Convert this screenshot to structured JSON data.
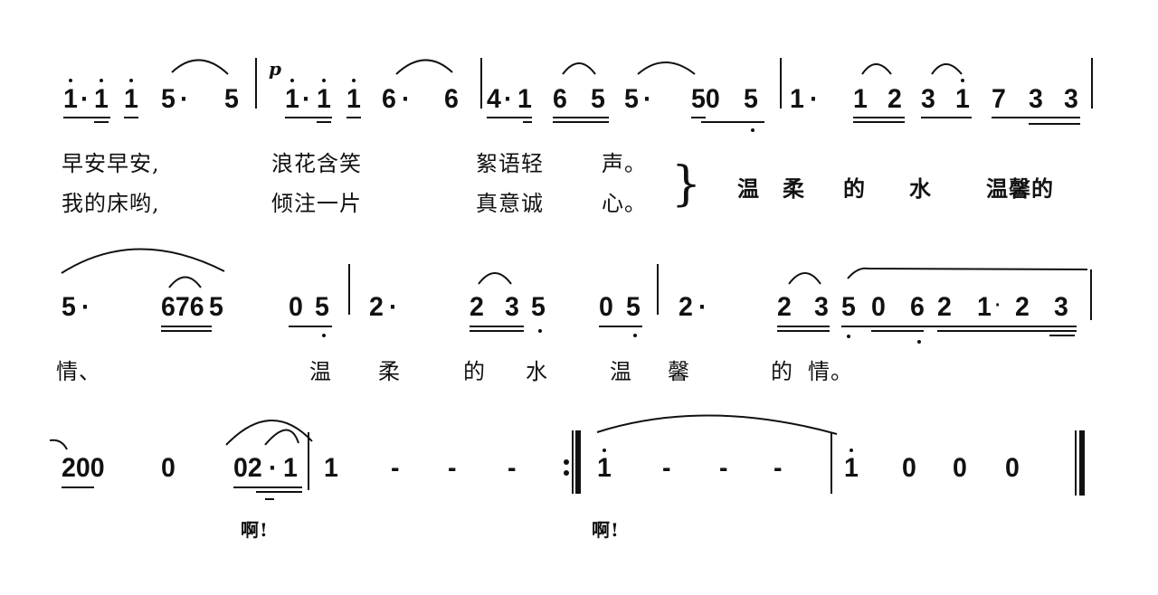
{
  "score": {
    "notation": "jianpu",
    "dynamic": "p",
    "lines": [
      {
        "measures": [
          {
            "notes": "1̇·1̇ 1̇ 5· 5",
            "tokens": [
              "1̇",
              "·",
              "1̇",
              "1̇",
              "5",
              "·",
              "5"
            ]
          },
          {
            "notes": "1̇·1̇ 1̇ 6· 6",
            "tokens": [
              "1̇",
              "·",
              "1̇",
              "1̇",
              "6",
              "·",
              "6"
            ]
          },
          {
            "notes": "4·1 6 5 5· 50 5̣",
            "tokens": [
              "4",
              "·",
              "1",
              "6",
              "5",
              "5",
              "·",
              "50",
              "5"
            ]
          },
          {
            "notes": "1· 1 2 3 1̇ 7 3 3",
            "tokens": [
              "1",
              "·",
              "1",
              "2",
              "3",
              "1̇",
              "7",
              "3",
              "3"
            ]
          }
        ],
        "lyrics": {
          "verse1": [
            "早安早安，",
            "浪花含笑",
            "絮语轻",
            "声。"
          ],
          "verse2": [
            "我的床哟，",
            "倾注一片",
            "真意诚",
            "心。"
          ],
          "brace": "}",
          "shared": [
            "温柔",
            "的",
            "水",
            "温馨的"
          ]
        }
      },
      {
        "measures": [
          {
            "notes": "5· 6765 0 5̣",
            "tokens": [
              "5",
              "·",
              "676",
              "5",
              "0",
              "5"
            ]
          },
          {
            "notes": "2· 2 35̣ 0 5̣",
            "tokens": [
              "2",
              "·",
              "2",
              "3",
              "5",
              "0",
              "5"
            ]
          },
          {
            "notes": "2· 2 35̣0 6̣2 1·2 3",
            "tokens": [
              "2",
              "·",
              "2",
              "3",
              "5",
              "0",
              "6",
              "2",
              "1",
              "·",
              "2",
              "3"
            ]
          }
        ],
        "lyrics": {
          "line": [
            "情，",
            "温",
            "柔",
            "的",
            "水",
            "温",
            "馨",
            "的",
            "情。"
          ]
        }
      },
      {
        "measures": [
          {
            "notes": "200 0 02·1 1",
            "tokens": [
              "2",
              "0",
              "0",
              "0",
              "0",
              "2",
              "·",
              "1",
              "1"
            ]
          },
          {
            "notes": "1 - - - :‖",
            "tokens": [
              "1",
              "-",
              "-",
              "-"
            ]
          },
          {
            "notes": "‖ 1̇ - - -",
            "tokens": [
              "1̇",
              "-",
              "-",
              "-"
            ]
          },
          {
            "notes": "1̇ 0 0 0 ‖",
            "tokens": [
              "1̇",
              "0",
              "0",
              "0"
            ]
          }
        ],
        "lyrics": {
          "line": [
            "啊！",
            "啊！"
          ]
        }
      }
    ]
  },
  "text": {
    "l1": {
      "n": [
        "1",
        "·",
        "1",
        "1",
        "5",
        "·",
        "5",
        "1",
        "·",
        "1",
        "1",
        "6",
        "·",
        "6",
        "4",
        "·",
        "1",
        "6",
        "5",
        "5",
        "·",
        "50",
        "5",
        "1",
        "·",
        "1",
        "2",
        "3",
        "1",
        "7",
        "3",
        "3"
      ],
      "v1": [
        "早安早安,",
        "浪花含笑",
        "絮语轻",
        "声。"
      ],
      "v2": [
        "我的床哟,",
        "倾注一片",
        "真意诚",
        "心。"
      ],
      "brace": "}",
      "shared": [
        "温",
        "柔",
        "的",
        "水",
        "温馨的"
      ],
      "dyn": "p"
    },
    "l2": {
      "n": [
        "5",
        "·",
        "676",
        "5",
        "0",
        "5",
        "2",
        "·",
        "2",
        "3",
        "5",
        "0",
        "5",
        "2",
        "·",
        "2",
        "3",
        "5",
        "0",
        "6",
        "2",
        "1",
        "·",
        "2",
        "3"
      ],
      "ly": [
        "情、",
        "温",
        "柔",
        "的",
        "水",
        "温",
        "馨",
        "的",
        "情。"
      ]
    },
    "l3": {
      "n": [
        "200",
        "0",
        "02",
        "·",
        "1",
        "1",
        "-",
        "-",
        "-",
        "1",
        "-",
        "-",
        "-",
        "1",
        "0",
        "0",
        "0"
      ],
      "ly": [
        "啊!",
        "啊!"
      ]
    }
  }
}
